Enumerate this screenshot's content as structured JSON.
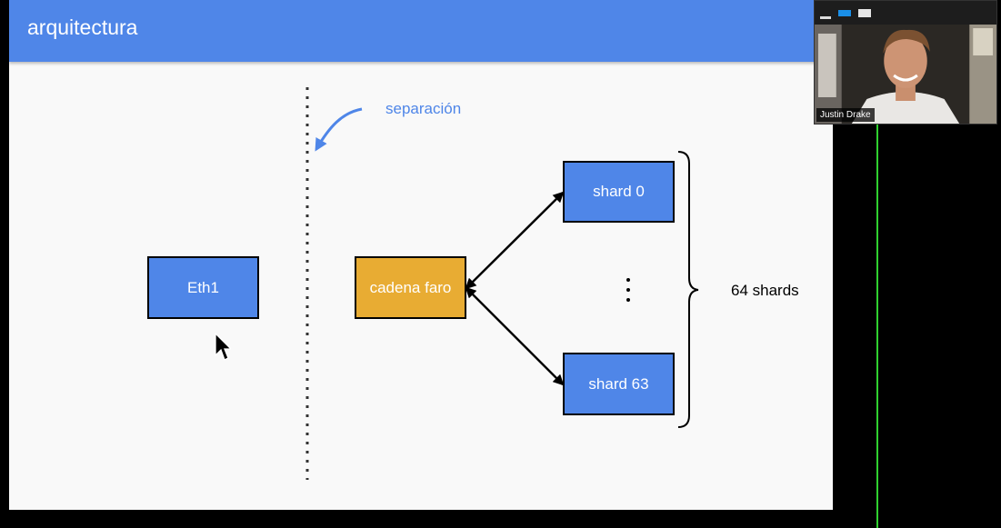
{
  "slide": {
    "title": "arquitectura",
    "annotation": "separación",
    "nodes": {
      "eth1": "Eth1",
      "beacon": "cadena faro",
      "shard_first": "shard 0",
      "shard_last": "shard 63"
    },
    "shard_count_label": "64 shards"
  },
  "video": {
    "participant_name": "Justin Drake"
  },
  "colors": {
    "header_blue": "#4f86e8",
    "box_blue": "#4f86e8",
    "box_gold": "#e8ac33",
    "slide_bg": "#f9f9f9",
    "video_accent": "#1a8fe8",
    "green_line": "#2fd12f"
  },
  "icons": {
    "cursor": "pointer-cursor-icon",
    "annotation_arrow": "curved-arrow-icon",
    "brace": "right-curly-brace-icon",
    "ellipsis": "vertical-ellipsis-icon"
  }
}
